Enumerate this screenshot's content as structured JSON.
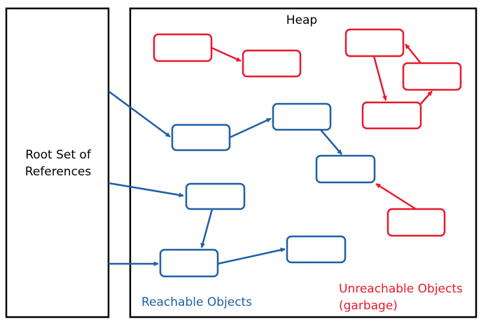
{
  "root_set": {
    "label_line1": "Root Set of",
    "label_line2": "References"
  },
  "heap": {
    "title": "Heap"
  },
  "legend": {
    "reachable": "Reachable Objects",
    "unreachable_line1": "Unreachable Objects",
    "unreachable_line2": "(garbage)"
  },
  "colors": {
    "reachable": "#1f5fa6",
    "unreachable": "#e8192c",
    "frame": "#000000"
  }
}
